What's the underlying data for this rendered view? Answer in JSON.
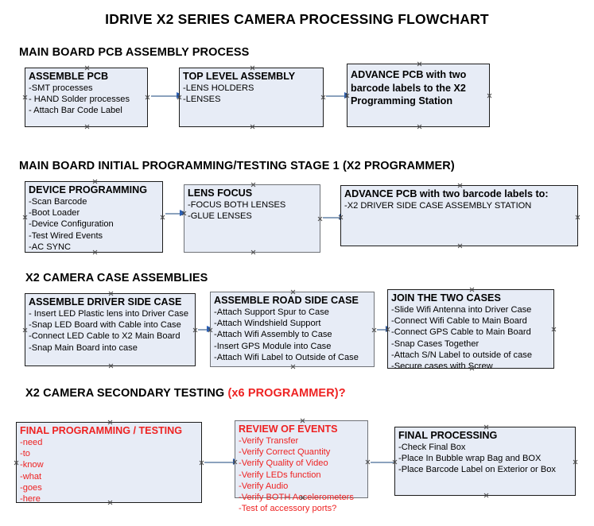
{
  "document": {
    "title": "IDRIVE X2  SERIES CAMERA PROCESSING FLOWCHART"
  },
  "colors": {
    "node_fill": "#e7ecf6",
    "node_border": "#1c1c1c",
    "node_border_gray": "#6f7277",
    "accent_red": "#ee2222",
    "arrow_line": "#8ba2bd",
    "arrow_head": "#2b5fb4",
    "text": "#000000",
    "background": "#ffffff"
  },
  "sections": [
    {
      "id": "main-board-pcb-assembly-process",
      "heading": "MAIN BOARD PCB ASSEMBLY PROCESS",
      "heading_accent": "",
      "nodes": [
        {
          "id": "assemble-pcb",
          "title": "ASSEMBLE PCB",
          "lines": [
            "-SMT processes",
            "- HAND Solder processes",
            "- Attach Bar Code Label"
          ]
        },
        {
          "id": "top-level-assembly",
          "title": "TOP LEVEL ASSEMBLY",
          "lines": [
            "-LENS HOLDERS",
            "-LENSES"
          ]
        },
        {
          "id": "advance-pcb-to-x2-programming-station",
          "title": "ADVANCE PCB with two barcode labels to the  X2 Programming Station",
          "lines": []
        }
      ]
    },
    {
      "id": "main-board-initial-programming-testing-stage-1",
      "heading": "MAIN BOARD INITIAL PROGRAMMING/TESTING STAGE 1 (X2 PROGRAMMER)",
      "heading_accent": "",
      "nodes": [
        {
          "id": "device-programming",
          "title": "DEVICE PROGRAMMING",
          "lines": [
            "-Scan Barcode",
            "-Boot Loader",
            "-Device Configuration",
            "-Test Wired Events",
            "-AC SYNC"
          ]
        },
        {
          "id": "lens-focus",
          "title": "LENS FOCUS",
          "lines": [
            "-FOCUS BOTH LENSES",
            "-GLUE LENSES"
          ]
        },
        {
          "id": "advance-pcb-to-driver-side-case-assembly-station",
          "title": "ADVANCE PCB with two barcode labels to:",
          "lines": [
            "-X2 DRIVER  SIDE  CASE  ASSEMBLY STATION"
          ]
        }
      ]
    },
    {
      "id": "x2-camera-case-assemblies",
      "heading": "X2 CAMERA CASE ASSEMBLIES",
      "heading_accent": "",
      "nodes": [
        {
          "id": "assemble-driver-side-case",
          "title": "ASSEMBLE DRIVER SIDE CASE",
          "lines": [
            "- Insert LED Plastic lens into Driver Case",
            "-Snap LED Board with Cable into Case",
            "-Connect LED Cable to X2 Main Board",
            "-Snap Main Board into case"
          ]
        },
        {
          "id": "assemble-road-side-case",
          "title": "ASSEMBLE ROAD SIDE CASE",
          "lines": [
            "-Attach Support Spur to Case",
            "-Attach Windshield Support",
            "-Attach Wifi Assembly to Case",
            "-Insert GPS Module into Case",
            "-Attach Wifi Label to Outside of Case"
          ]
        },
        {
          "id": "join-the-two-cases",
          "title": "JOIN THE TWO CASES",
          "lines": [
            "-Slide Wifi Antenna into Driver Case",
            "-Connect Wifi Cable to Main Board",
            "-Connect GPS Cable to Main Board",
            "-Snap Cases Together",
            "-Attach S/N Label to outside of case",
            "-Secure cases with Screw"
          ]
        }
      ]
    },
    {
      "id": "x2-camera-secondary-testing",
      "heading": "X2 CAMERA SECONDARY TESTING ",
      "heading_accent": "(x6 PROGRAMMER)?",
      "nodes": [
        {
          "id": "final-programming-testing",
          "title": "FINAL PROGRAMMING / TESTING",
          "lines": [
            "-need",
            "-to",
            "-know",
            "-what",
            "-goes",
            "-here"
          ]
        },
        {
          "id": "review-of-events",
          "title": "REVIEW OF EVENTS",
          "lines": [
            "-Verify Transfer",
            "-Verify Correct Quantity",
            "-Verify Quality of Video",
            "-Verify LEDs function",
            "-Verify Audio",
            "-Verify BOTH Accelerometers",
            "-Test of accessory ports?"
          ]
        },
        {
          "id": "final-processing",
          "title": "FINAL PROCESSING",
          "lines": [
            " -Check Final Box",
            "-Place In Bubble wrap Bag and BOX",
            "-Place Barcode Label on Exterior or Box"
          ]
        }
      ]
    }
  ]
}
